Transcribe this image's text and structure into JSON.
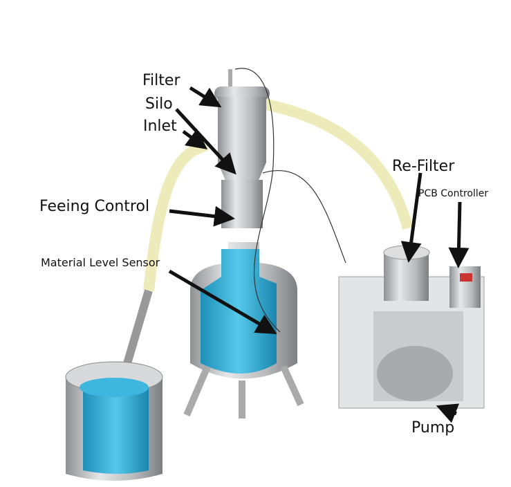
{
  "labels": {
    "filter": "Filter",
    "silo": "Silo",
    "inlet": "Inlet",
    "feeding_control": "Feeing Control",
    "material_level_sensor": "Material Level Sensor",
    "re_filter": "Re-Filter",
    "pcb_controller": "PCB Controller",
    "pump": "Pump"
  },
  "colors": {
    "liquid": "#3ab4d8",
    "steel": "#c8cacc",
    "hose": "#f3f1c4"
  }
}
